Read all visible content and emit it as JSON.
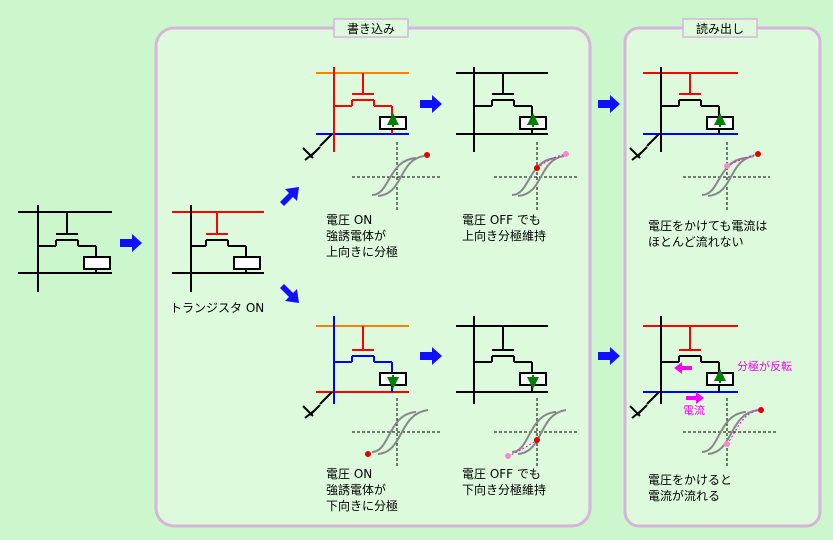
{
  "sections": {
    "write_title": "書き込み",
    "read_title": "読み出し"
  },
  "captions": {
    "transistor_on": "トランジスタ ON",
    "write_up_on": [
      "電圧 ON",
      "強誘電体が",
      "上向きに分極"
    ],
    "write_up_off": [
      "電圧 OFF でも",
      "上向き分極維持"
    ],
    "write_down_on": [
      "電圧 ON",
      "強誘電体が",
      "下向きに分極"
    ],
    "write_down_off": [
      "電圧 OFF でも",
      "下向き分極維持"
    ],
    "read_up": [
      "電圧をかけても電流は",
      "ほとんど流れない"
    ],
    "read_down": [
      "電圧をかけると",
      "電流が流れる"
    ]
  },
  "annotations": {
    "polarization_flip": "分極が反転",
    "current": "電流"
  },
  "colors": {
    "background": "#ccf7cc",
    "panel": "#ddfadd",
    "panel_border": "#d8b4dc",
    "active_line": "#ff0000",
    "plate_line": "#ff8000",
    "bit_line": "#0000ff",
    "arrow": "#1010ff",
    "annotation": "#ff00ff",
    "polarization_arrow": "#008000"
  }
}
